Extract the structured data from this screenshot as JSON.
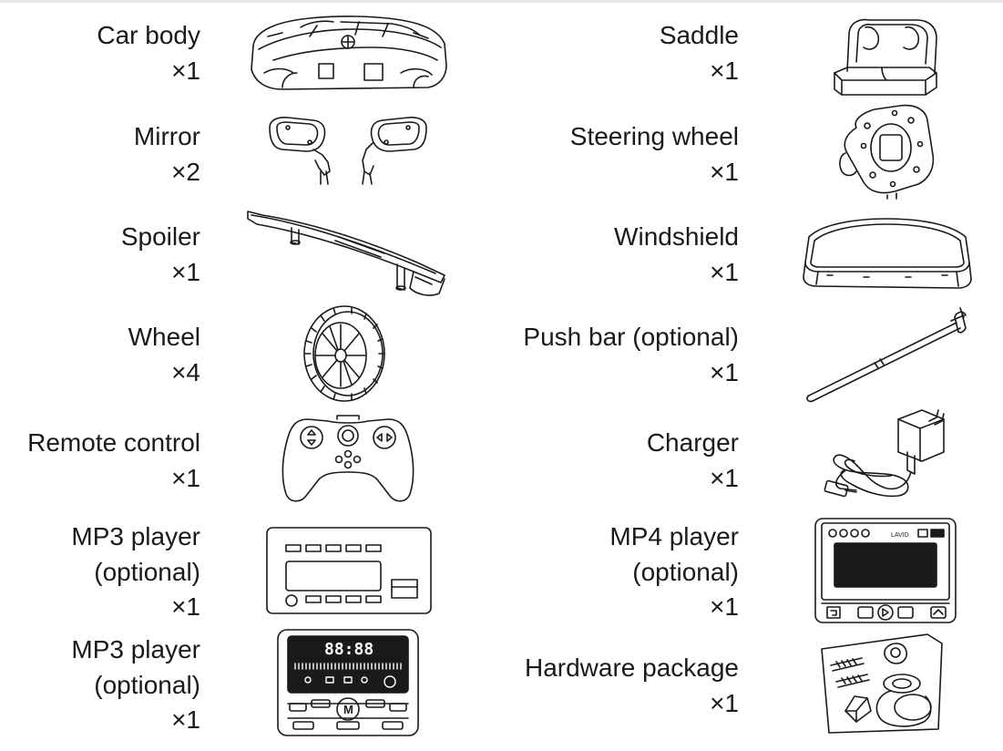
{
  "parts": [
    {
      "id": "car-body",
      "name_lines": [
        "Car body"
      ],
      "qty": "×1",
      "icon": "car-body-icon"
    },
    {
      "id": "saddle",
      "name_lines": [
        "Saddle"
      ],
      "qty": "×1",
      "icon": "saddle-icon"
    },
    {
      "id": "mirror",
      "name_lines": [
        "Mirror"
      ],
      "qty": "×2",
      "icon": "mirror-icon"
    },
    {
      "id": "steering-wheel",
      "name_lines": [
        "Steering wheel"
      ],
      "qty": "×1",
      "icon": "steering-wheel-icon"
    },
    {
      "id": "spoiler",
      "name_lines": [
        "Spoiler"
      ],
      "qty": "×1",
      "icon": "spoiler-icon"
    },
    {
      "id": "windshield",
      "name_lines": [
        "Windshield"
      ],
      "qty": "×1",
      "icon": "windshield-icon"
    },
    {
      "id": "wheel",
      "name_lines": [
        "Wheel"
      ],
      "qty": "×4",
      "icon": "wheel-icon"
    },
    {
      "id": "push-bar",
      "name_lines": [
        "Push bar (optional)"
      ],
      "qty": "×1",
      "icon": "push-bar-icon"
    },
    {
      "id": "remote-control",
      "name_lines": [
        "Remote control"
      ],
      "qty": "×1",
      "icon": "remote-control-icon"
    },
    {
      "id": "charger",
      "name_lines": [
        "Charger"
      ],
      "qty": "×1",
      "icon": "charger-icon"
    },
    {
      "id": "mp3-player-a",
      "name_lines": [
        "MP3 player",
        "(optional)"
      ],
      "qty": "×1",
      "icon": "mp3-player-icon"
    },
    {
      "id": "mp4-player",
      "name_lines": [
        "MP4 player",
        "(optional)"
      ],
      "qty": "×1",
      "icon": "mp4-player-icon"
    },
    {
      "id": "mp3-player-b",
      "name_lines": [
        "MP3 player",
        "(optional)"
      ],
      "qty": "×1",
      "icon": "mp3-player-lcd-icon"
    },
    {
      "id": "hardware-package",
      "name_lines": [
        "Hardware package"
      ],
      "qty": "×1",
      "icon": "hardware-package-icon"
    }
  ],
  "mp3_lcd_digits": "88:88",
  "mp4_screen_label": "LAVID"
}
